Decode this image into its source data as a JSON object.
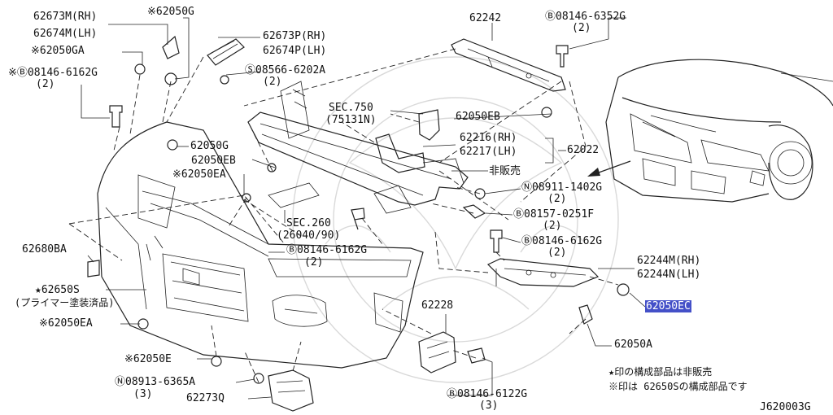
{
  "diagram": {
    "drawing_code": "J620003G",
    "selected_part": "62050EC",
    "notes": [
      "★印の構成部品は非販売",
      "※印は 62650Sの構成部品です"
    ],
    "callouts": {
      "c62673m": "62673M(RH)",
      "c62674m": "62674M(LH)",
      "c62050g_top": "※62050G",
      "c62050ga": "※62050GA",
      "c08146_6162_left": "※Ⓑ08146-6162G",
      "c08146_6162_left_qty": "(2)",
      "c62673p": "62673P(RH)",
      "c62674p": "62674P(LH)",
      "c08566": "Ⓢ08566-6202A",
      "c08566_qty": "(2)",
      "c62242": "62242",
      "c08146_6352": "Ⓑ08146-6352G",
      "c08146_6352_qty": "(2)",
      "c_sec750": "SEC.750",
      "c_sec750_sub": "(75131N)",
      "c62050eb_right": "62050EB",
      "c62216": "62216(RH)",
      "c62217": "62217(LH)",
      "c62022": "62022",
      "c_not_sold": "非販売",
      "c62050g_mid": "62050G",
      "c62050eb_left": "62050EB",
      "c62050ea_mid": "※62050EA",
      "c08911": "Ⓝ08911-1402G",
      "c08911_qty": "(2)",
      "c_sec260": "SEC.260",
      "c_sec260_sub": "(26040/90)",
      "c08157": "Ⓑ08157-0251F",
      "c08157_qty": "(2)",
      "c08146_6162_mid": "Ⓑ08146-6162G",
      "c08146_6162_mid_qty": "(2)",
      "c08146_6162_right": "Ⓑ08146-6162G",
      "c08146_6162_right_qty": "(2)",
      "c62680ba": "62680BA",
      "c62244m": "62244M(RH)",
      "c62244n": "62244N(LH)",
      "c62650s": "★62650S",
      "c62650s_sub": "(プライマー塗装済品)",
      "c62050ec": "62050EC",
      "c62050ea_low": "※62050EA",
      "c62228": "62228",
      "c62050a": "62050A",
      "c62050e": "※62050E",
      "c08913": "Ⓝ08913-6365A",
      "c08913_qty": "(3)",
      "c62273q": "62273Q",
      "c08146_6122": "Ⓑ08146-6122G",
      "c08146_6122_qty": "(3)"
    }
  }
}
